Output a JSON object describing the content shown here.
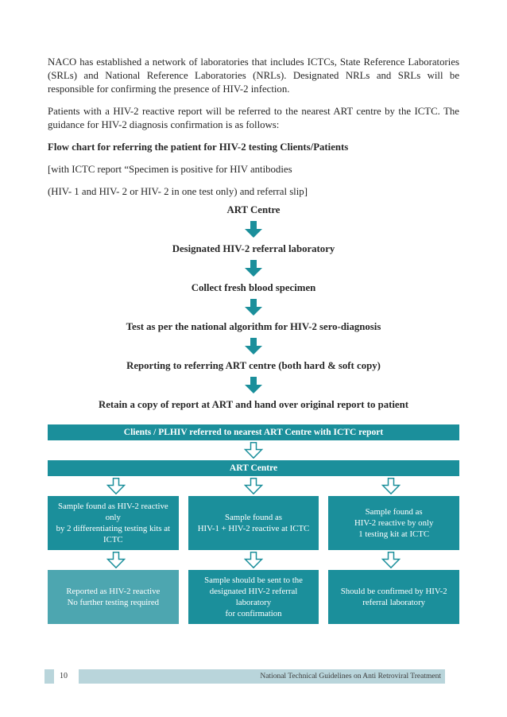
{
  "colors": {
    "teal": "#1b8f9b",
    "teal_light": "#4da6b0",
    "footer_blue": "#b9d5db",
    "banner_text": "#ffffff",
    "body_text": "#262626"
  },
  "intro": {
    "paragraph1": "NACO has established a network of laboratories that includes ICTCs, State Reference Laboratories (SRLs) and National Reference Laboratories (NRLs). Designated NRLs and SRLs will be responsible for confirming the presence of HIV-2 infection.",
    "paragraph2": "Patients with a HIV-2 reactive report will be referred to the nearest ART centre by the ICTC. The guidance for HIV-2 diagnosis confirmation is as follows:",
    "flow_heading": "Flow chart for referring the patient for HIV-2 testing Clients/Patients",
    "note_line1": "[with ICTC report “Specimen is positive for HIV antibodies",
    "note_line2": "(HIV- 1 and HIV- 2 or HIV- 2 in one test only) and referral slip]"
  },
  "flowchart": {
    "steps": [
      "ART Centre",
      "Designated HIV-2 referral laboratory",
      "Collect fresh blood specimen",
      "Test as per the national algorithm for HIV-2 sero-diagnosis",
      "Reporting to referring ART centre (both hard & soft copy)",
      "Retain a copy of report at ART and hand over original report to patient"
    ]
  },
  "referral_diagram": {
    "banner_top": "Clients / PLHIV referred to nearest ART Centre with ICTC report",
    "banner_art": "ART Centre",
    "row1": [
      "Sample found as HIV-2 reactive only\nby 2 differentiating testing kits at\nICTC",
      "Sample found as\nHIV-1 + HIV-2 reactive at ICTC",
      "Sample found as\nHIV-2 reactive by only\n1 testing kit at ICTC"
    ],
    "row2": [
      "Reported as HIV-2 reactive\nNo further testing required",
      "Sample should be sent to the\ndesignated HIV-2 referral laboratory\nfor confirmation",
      "Should be confirmed by HIV-2\nreferral laboratory"
    ]
  },
  "footer": {
    "page_number": "10",
    "text": "National Technical Guidelines on Anti Retroviral Treatment"
  }
}
